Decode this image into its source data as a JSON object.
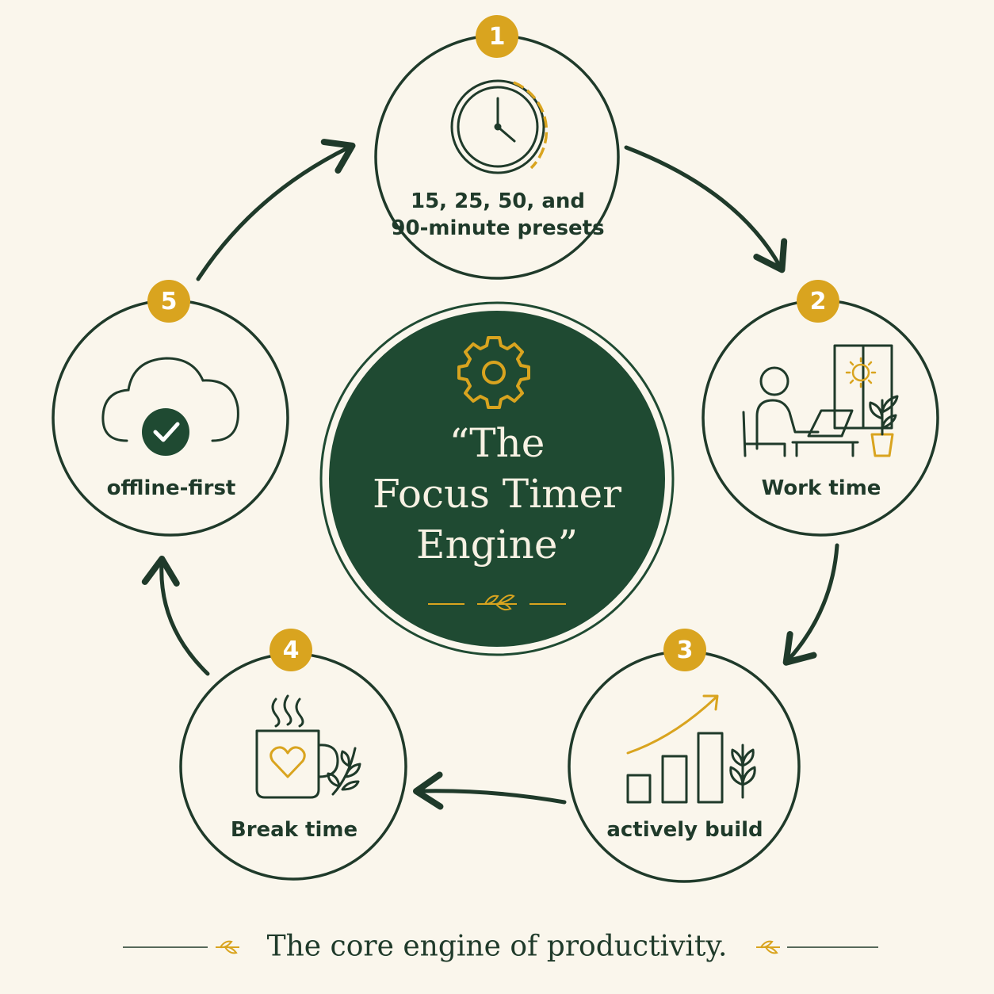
{
  "title": {
    "line1": "“The",
    "line2": "Focus Timer",
    "line3": "Engine”"
  },
  "steps": [
    {
      "number": "1",
      "label_line1": "15, 25, 50, and",
      "label_line2": "90-minute presets",
      "icon": "clock-icon"
    },
    {
      "number": "2",
      "label": "Work time",
      "icon": "person-at-desk-icon"
    },
    {
      "number": "3",
      "label": "actively build",
      "icon": "growth-chart-icon"
    },
    {
      "number": "4",
      "label": "Break time",
      "icon": "coffee-mug-icon"
    },
    {
      "number": "5",
      "label": "offline-first",
      "icon": "cloud-check-icon"
    }
  ],
  "tagline": "The core engine of productivity.",
  "colors": {
    "background": "#faf6ec",
    "dark_green": "#1f4a32",
    "line_green": "#1f3a2a",
    "gold": "#d9a41f",
    "cream_text": "#f7f1e3"
  }
}
